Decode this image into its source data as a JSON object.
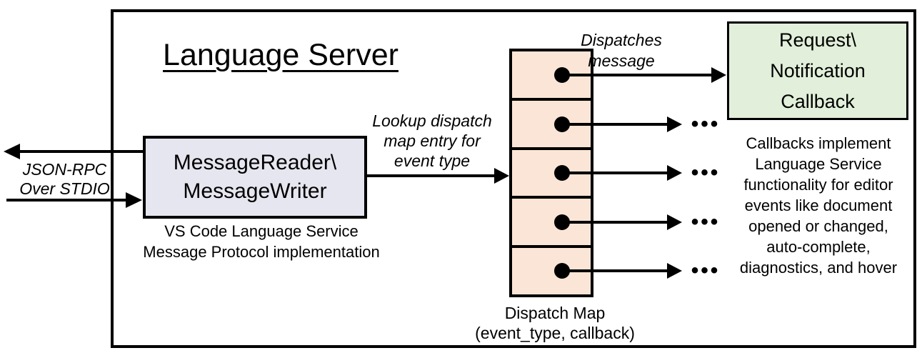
{
  "diagram": {
    "title": "Language Server",
    "message_reader": {
      "label_line1": "MessageReader\\",
      "label_line2": "MessageWriter",
      "caption_line1": "VS Code Language Service",
      "caption_line2": "Message Protocol implementation"
    },
    "stdio_label": {
      "line1": "JSON-RPC",
      "line2": "Over STDIO"
    },
    "lookup_label": {
      "line1": "Lookup dispatch",
      "line2": "map entry for",
      "line3": "event type"
    },
    "dispatches_label": {
      "line1": "Dispatches",
      "line2": "message"
    },
    "dispatch_map": {
      "cell_count": 5,
      "caption_line1": "Dispatch Map",
      "caption_line2": "(event_type, callback)"
    },
    "callback_box": {
      "line1": "Request\\",
      "line2": "Notification",
      "line3": "Callback"
    },
    "callbacks_note": {
      "lines": [
        "Callbacks implement",
        "Language Service",
        "functionality for editor",
        "events like document",
        "opened or changed,",
        "auto-complete,",
        "diagnostics, and hover"
      ]
    },
    "ellipsis": "•••"
  },
  "colors": {
    "reader_box_fill": "#E6E6F0",
    "dispatch_cell_fill": "#FBE5D6",
    "callback_box_fill": "#E2EFDA",
    "line": "#000000",
    "background": "#FFFFFF"
  }
}
